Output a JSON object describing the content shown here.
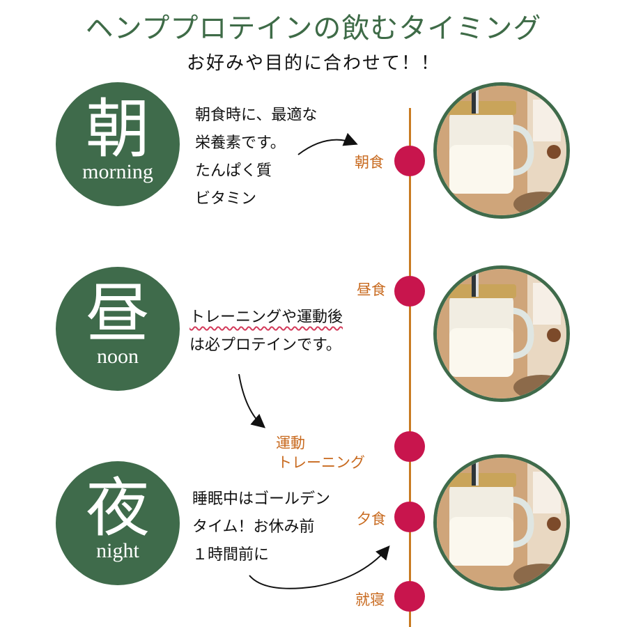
{
  "header": {
    "title": "ヘンププロテインの飲むタイミング",
    "subtitle": "お好みや目的に合わせて！！"
  },
  "sections": [
    {
      "kanji": "朝",
      "english": "morning",
      "lines": [
        "朝食時に、最適な",
        "栄養素です。",
        "たんぱく質",
        "ビタミン"
      ]
    },
    {
      "kanji": "昼",
      "english": "noon",
      "lines": [
        "トレーニングや運動後",
        "は必プロテインです。"
      ]
    },
    {
      "kanji": "夜",
      "english": "night",
      "lines": [
        "睡眠中はゴールデン",
        "タイム！お休み前",
        "１時間前に"
      ]
    }
  ],
  "timeline": {
    "labels": {
      "breakfast": "朝食",
      "lunch": "昼食",
      "training_1": "運動",
      "training_2": "トレーニング",
      "dinner": "夕食",
      "bedtime": "就寝"
    }
  },
  "colors": {
    "green": "#3f6b4b",
    "title_green": "#3e6b47",
    "dot": "#c8154d",
    "timeline": "#c97b22",
    "label_orange": "#c86a1f",
    "wavy_underline": "#d33a5a"
  }
}
